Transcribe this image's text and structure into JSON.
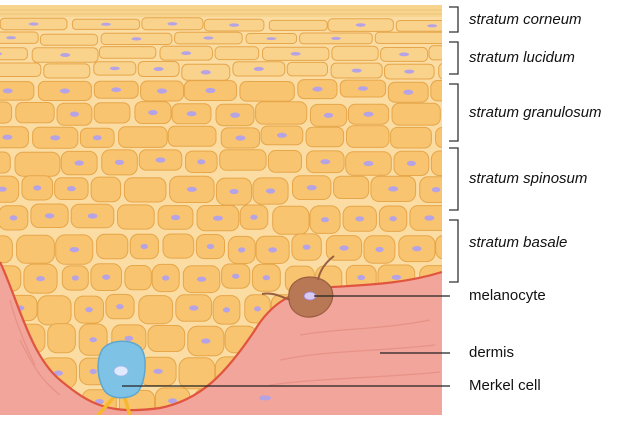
{
  "layers": [
    {
      "label": "stratum corneum"
    },
    {
      "label": "stratum lucidum"
    },
    {
      "label": "stratum granulosum"
    },
    {
      "label": "stratum spinosum"
    },
    {
      "label": "stratum basale"
    }
  ],
  "callouts": [
    {
      "label": "melanocyte"
    },
    {
      "label": "dermis"
    },
    {
      "label": "Merkel cell"
    }
  ],
  "colors": {
    "cell_fill": "#f8c470",
    "cell_edge": "#e6a64a",
    "nucleus": "#b5a3e6",
    "dermis": "#f2a59a",
    "melanocyte": "#b97855",
    "merkel_cell": "#7ec2e6",
    "nerve": "#f5b82e"
  }
}
